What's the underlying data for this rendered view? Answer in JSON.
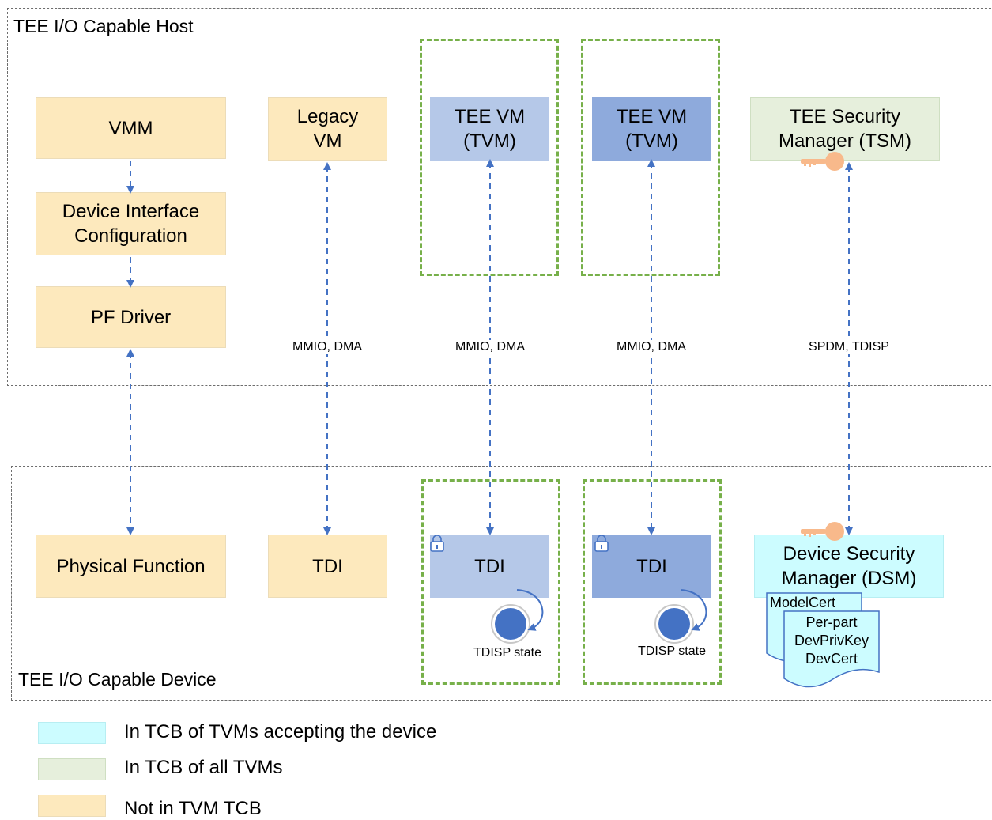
{
  "regions": {
    "host_label": "TEE I/O Capable Host",
    "device_label": "TEE I/O Capable Device"
  },
  "host": {
    "vmm": "VMM",
    "device_interface_config": "Device Interface\nConfiguration",
    "pf_driver": "PF Driver",
    "legacy_vm": "Legacy\nVM",
    "tee_vm_1": "TEE VM\n(TVM)",
    "tee_vm_2": "TEE VM\n(TVM)",
    "tsm": "TEE Security\nManager (TSM)"
  },
  "device": {
    "physical_function": "Physical Function",
    "tdi_legacy": "TDI",
    "tdi_1": "TDI",
    "tdi_2": "TDI",
    "tdisp_state_1": "TDISP state",
    "tdisp_state_2": "TDISP state",
    "dsm": "Device Security\nManager (DSM)",
    "model_cert": "ModelCert",
    "per_part_doc": "Per-part\nDevPrivKey\nDevCert"
  },
  "connections": {
    "legacy": "MMIO, DMA",
    "tvm_1": "MMIO, DMA",
    "tvm_2": "MMIO, DMA",
    "tsm_dsm": "SPDM, TDISP"
  },
  "legend": [
    {
      "label": "In TCB of TVMs accepting the device",
      "color": "#ccfcff"
    },
    {
      "label": "In TCB of all TVMs",
      "color": "#e6efdc"
    },
    {
      "label": "Not in TVM TCB",
      "color": "#fde9bd"
    }
  ],
  "colors": {
    "arrow": "#4472c4",
    "group_border": "#77b04a",
    "key": "#f8b98b",
    "state_circle": "#4472c4"
  },
  "icons": [
    "lock-icon",
    "key-icon",
    "cycle-arrow-icon",
    "document-stack-icon"
  ]
}
